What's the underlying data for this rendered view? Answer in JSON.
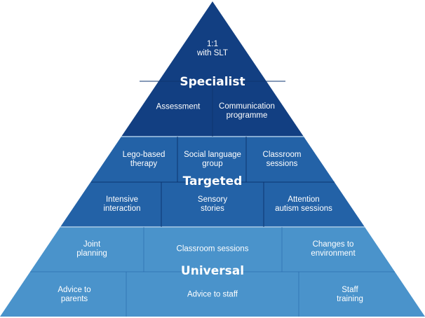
{
  "colors": {
    "specialist": "#123f82",
    "targeted": "#2362a7",
    "universal": "#4a93cb",
    "cell_divider": "#0d3570",
    "tier_divider": "#a9c9e6"
  },
  "tiers": {
    "specialist": {
      "label": "Specialist",
      "items": [
        "1:1\nwith SLT",
        "Assessment",
        "Communication\nprogramme"
      ]
    },
    "targeted": {
      "label": "Targeted",
      "items": [
        "Lego-based\ntherapy",
        "Social language\ngroup",
        "Classroom\nsessions",
        "Intensive\ninteraction",
        "Sensory\nstories",
        "Attention\nautism sessions"
      ]
    },
    "universal": {
      "label": "Universal",
      "items": [
        "Joint\nplanning",
        "Classroom sessions",
        "Changes to\nenvironment",
        "Advice to\nparents",
        "Advice to staff",
        "Staff\ntraining"
      ]
    }
  }
}
